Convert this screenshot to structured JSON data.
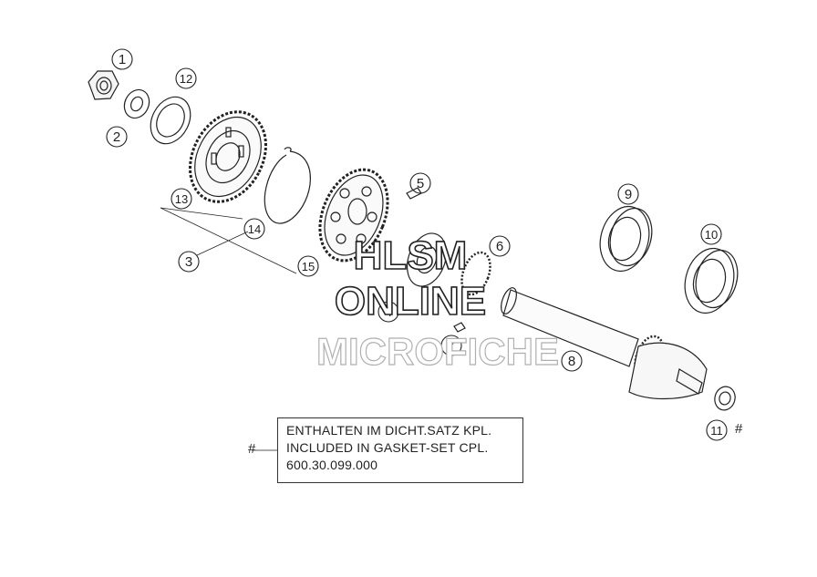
{
  "callouts": [
    {
      "id": "part-1",
      "label": "1"
    },
    {
      "id": "part-2",
      "label": "2"
    },
    {
      "id": "part-3",
      "label": "3"
    },
    {
      "id": "part-4",
      "label": "4"
    },
    {
      "id": "part-5",
      "label": "5"
    },
    {
      "id": "part-6",
      "label": "6"
    },
    {
      "id": "part-7",
      "label": "7"
    },
    {
      "id": "part-8",
      "label": "8"
    },
    {
      "id": "part-9",
      "label": "9"
    },
    {
      "id": "part-10",
      "label": "10"
    },
    {
      "id": "part-11",
      "label": "11"
    },
    {
      "id": "part-12",
      "label": "12"
    },
    {
      "id": "part-13",
      "label": "13"
    },
    {
      "id": "part-14",
      "label": "14"
    },
    {
      "id": "part-15",
      "label": "15"
    }
  ],
  "note": {
    "marker": "#",
    "lines": [
      "ENTHALTEN IM DICHT.SATZ KPL.",
      "INCLUDED IN GASKET-SET CPL.",
      "600.30.099.000"
    ]
  },
  "part_11_marker": "#",
  "watermark": {
    "line1": "HLSM",
    "line2": "ONLINE",
    "line3": "MICROFICHE"
  }
}
